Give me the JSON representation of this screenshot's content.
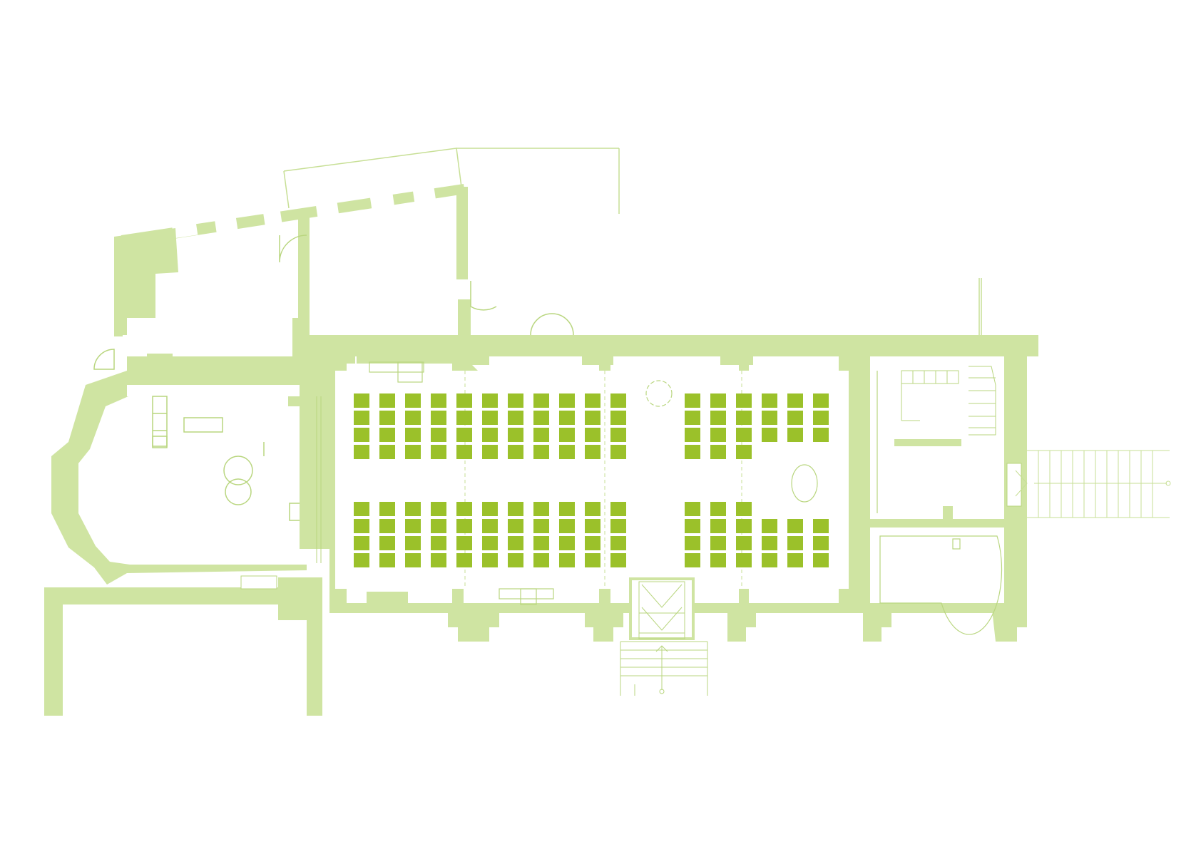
{
  "colors": {
    "background": "#ffffff",
    "wall_fill": "#cfe4a2",
    "seat_fill": "#9bc12a",
    "line": "#b9d67f",
    "thin_line": "#c7df95"
  },
  "floor_plan": {
    "rooms": [
      "west-apse-room",
      "annex-courtyard-room",
      "main-hall",
      "east-stair-room",
      "east-lower-room"
    ],
    "seating": {
      "west_block_upper": {
        "columns": 11,
        "rows": 4
      },
      "west_block_lower": {
        "columns": 11,
        "rows": 4
      },
      "east_block_upper": {
        "columns": 6,
        "rows": 4,
        "short_columns": 3,
        "short_rows": 3
      },
      "east_block_lower": {
        "columns": 6,
        "rows": 4,
        "short_columns": 3,
        "short_rows": 3
      }
    },
    "icons": [
      "door-swing-icon",
      "round-table-icon",
      "stair-icon",
      "entrance-steps-icon"
    ]
  }
}
